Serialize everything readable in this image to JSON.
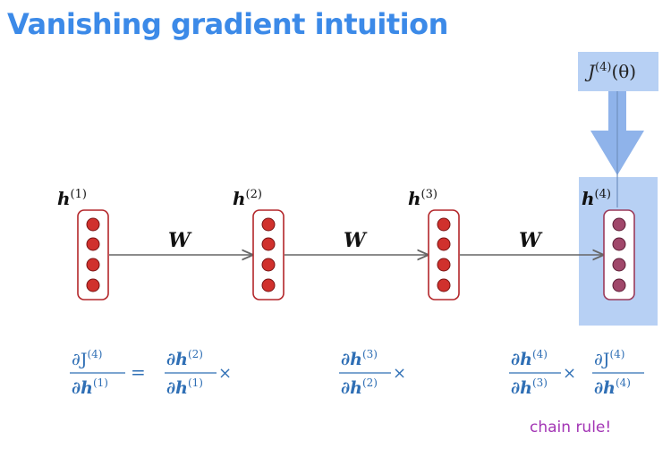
{
  "title": "Vanishing gradient intuition",
  "nodes": [
    {
      "label": "h",
      "sup": "(1)"
    },
    {
      "label": "h",
      "sup": "(2)"
    },
    {
      "label": "h",
      "sup": "(3)"
    },
    {
      "label": "h",
      "sup": "(4)"
    }
  ],
  "weight_label": "W",
  "loss": {
    "base": "J",
    "sup": "(4)",
    "arg": "(θ)"
  },
  "equation": {
    "lhs": {
      "num": "∂J",
      "num_sup": "(4)",
      "den": "∂h",
      "den_sup": "(1)"
    },
    "equals": "=",
    "times": "×",
    "terms": [
      {
        "num": "∂h",
        "num_sup": "(2)",
        "den": "∂h",
        "den_sup": "(1)"
      },
      {
        "num": "∂h",
        "num_sup": "(3)",
        "den": "∂h",
        "den_sup": "(2)"
      },
      {
        "num": "∂h",
        "num_sup": "(4)",
        "den": "∂h",
        "den_sup": "(3)"
      },
      {
        "num": "∂J",
        "num_sup": "(4)",
        "den": "∂h",
        "den_sup": "(4)"
      }
    ]
  },
  "annotation": "chain rule!",
  "colors": {
    "title": "#3c8ae8",
    "node_fill": "#d0312d",
    "node_fill_last": "#a0476a",
    "highlight": "#b7d0f4",
    "arrow": "#8fb3ea",
    "math": "#2f6fb5",
    "annotation": "#a335b5"
  }
}
